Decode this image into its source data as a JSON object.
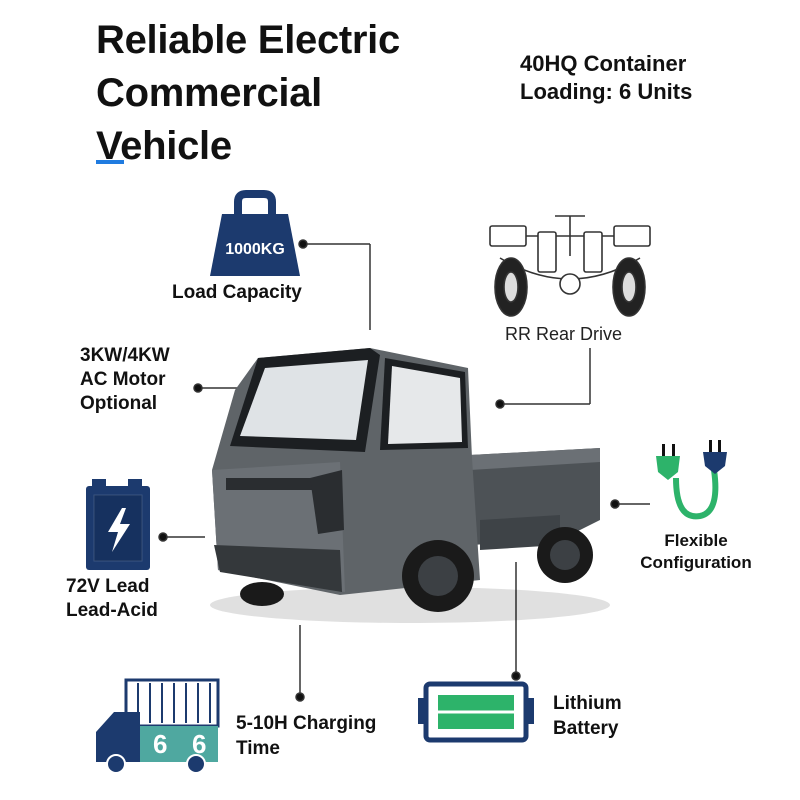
{
  "title": {
    "line1": "Reliable Electric",
    "line2": "Commercial",
    "line3": "Vehicle"
  },
  "container_note": {
    "line1": "40HQ Container",
    "line2": "Loading: 6 Units"
  },
  "features": {
    "load": {
      "badge": "1000KG",
      "label": "Load Capacity"
    },
    "rear_drive": {
      "label": "RR Rear Drive"
    },
    "motor": {
      "line1": "3KW/4KW",
      "line2": "AC Motor",
      "line3": "Optional"
    },
    "config": {
      "line1": "Flexible",
      "line2": "Configuration"
    },
    "lead_battery": {
      "line1": "72V Lead",
      "line2": "Lead-Acid"
    },
    "charging": {
      "line1": "5-10H Charging",
      "line2": "Time",
      "truck_numbers": [
        "6",
        "6"
      ]
    },
    "lithium": {
      "line1": "Lithium",
      "line2": "Battery"
    }
  },
  "colors": {
    "navy": "#1c3a6e",
    "accent_blue": "#1f7be0",
    "green": "#2db36a",
    "teal": "#4fa8a0",
    "vehicle_body": "#5f6468"
  },
  "icons": [
    "weight-icon",
    "suspension-axle-icon",
    "battery-bolt-icon",
    "plug-icon",
    "container-truck-icon",
    "lithium-battery-icon"
  ]
}
